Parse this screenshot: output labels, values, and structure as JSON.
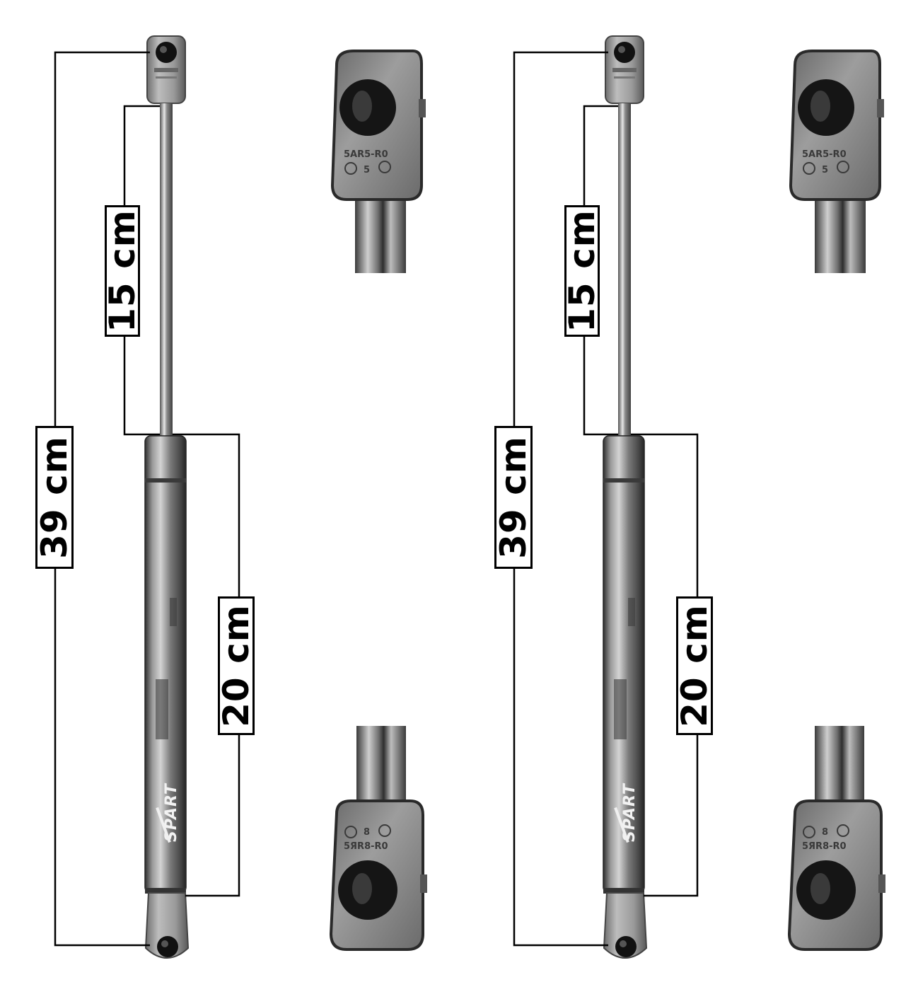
{
  "image": {
    "subject": "gas-spring-pair",
    "units": "cm",
    "colors": {
      "background": "#ffffff",
      "line": "#000000",
      "metal_dark": "#5b5b5b",
      "metal_light": "#d9d9d9",
      "fitting": "#8a8a8a"
    }
  },
  "struts": [
    {
      "id": "left",
      "dimensions": {
        "total": "39 cm",
        "rod": "15 cm",
        "body": "20 cm"
      },
      "brand_logo": "SPART"
    },
    {
      "id": "right",
      "dimensions": {
        "total": "39 cm",
        "rod": "15 cm",
        "body": "20 cm"
      },
      "brand_logo": "SPART"
    }
  ]
}
